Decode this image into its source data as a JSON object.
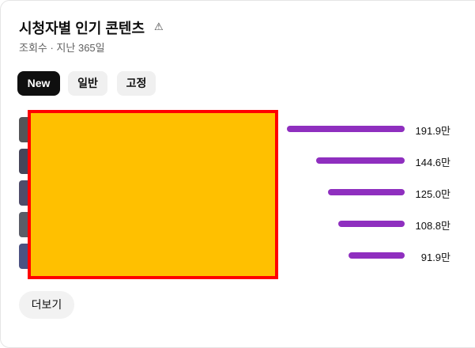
{
  "header": {
    "title": "시청자별 인기 콘텐츠",
    "warning_icon": "⚠",
    "subtitle": "조회수 · 지난 365일"
  },
  "filters": [
    {
      "label": "New",
      "active": true
    },
    {
      "label": "일반",
      "active": false
    },
    {
      "label": "고정",
      "active": false
    }
  ],
  "items": [
    {
      "views": 191.9,
      "label": "191.9만",
      "thumb_color": "#555558"
    },
    {
      "views": 144.6,
      "label": "144.6만",
      "thumb_color": "#46455a"
    },
    {
      "views": 125.0,
      "label": "125.0만",
      "thumb_color": "#4f4c6a"
    },
    {
      "views": 108.8,
      "label": "108.8만",
      "thumb_color": "#5b5d68"
    },
    {
      "views": 91.9,
      "label": "91.9만",
      "thumb_color": "#4b5282"
    }
  ],
  "bar_color": "#8f2fbf",
  "more_label": "더보기"
}
